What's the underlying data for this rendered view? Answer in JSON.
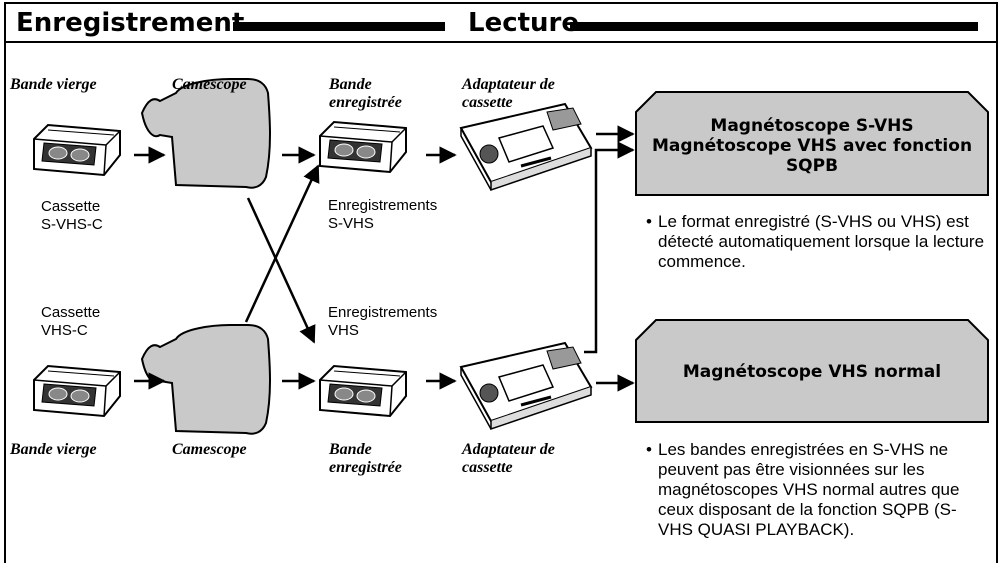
{
  "header": {
    "recording": "Enregistrement",
    "playback": "Lecture"
  },
  "top_row": {
    "blank_tape": "Bande vierge",
    "camcorder": "Camescope",
    "recorded_tape": "Bande\nenregistrée",
    "adapter": "Adaptateur de\ncassette",
    "cassette_caption": "Cassette\nS-VHS-C",
    "recordings_caption": "Enregistrements\nS-VHS"
  },
  "bottom_row": {
    "cassette_caption": "Cassette\nVHS-C",
    "recordings_caption": "Enregistrements\nVHS",
    "blank_tape": "Bande vierge",
    "camcorder": "Camescope",
    "recorded_tape": "Bande\nenregistrée",
    "adapter": "Adaptateur de\ncassette"
  },
  "vcr_svhs": {
    "line1": "Magnétoscope S-VHS",
    "line2": "Magnétoscope VHS avec fonction",
    "line3": "SQPB",
    "note": "Le format enregistré (S-VHS ou VHS) est détecté automatiquement lorsque la lecture commence."
  },
  "vcr_vhs": {
    "title": "Magnétoscope VHS normal",
    "note": "Les bandes enregistrées en S-VHS ne peuvent pas être visionnées sur les magnétoscopes VHS normal autres que ceux disposant de la fonction SQPB (S-VHS QUASI PLAYBACK)."
  },
  "bullet": "•",
  "colors": {
    "device_fill": "#c9c9c9",
    "line": "#000000",
    "background": "#ffffff"
  }
}
